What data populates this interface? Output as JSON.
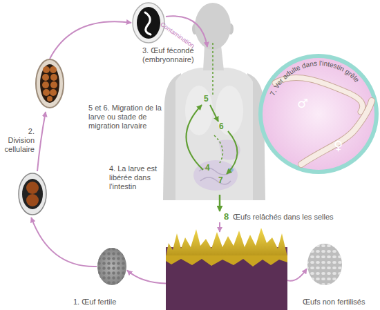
{
  "diagram": {
    "nodes": [
      {
        "text": [
          "3. Œuf fécondé (embryonnaire)"
        ]
      },
      {
        "text": [
          "5",
          "6",
          "4",
          "7"
        ]
      },
      {
        "text": [
          "7. Ver adulte dans l'intestin grêle",
          "♂",
          "♀"
        ]
      },
      {
        "text": [
          "2. Division cellulaire"
        ]
      },
      {
        "text": [
          "8",
          "Œufs relâchés dans les selles"
        ]
      },
      {
        "text": [
          "1. Œuf fertile"
        ]
      },
      {
        "text": [
          "Œufs non fertilisés"
        ]
      }
    ],
    "edges": [
      {
        "from": 5,
        "to": 3,
        "arrow": "to"
      },
      {
        "from": 3,
        "to": 0,
        "arrow": "to"
      },
      {
        "from": 0,
        "to": 1,
        "label": "Contamination",
        "arrow": "to"
      },
      {
        "from": 1,
        "to": 4,
        "arrow": "to"
      },
      {
        "from": 4,
        "to": 5,
        "arrow": "to"
      },
      {
        "from": 4,
        "to": 6,
        "arrow": "to"
      }
    ],
    "labels": [
      "5 et 6. Migration de la larve ou stade de migration larvaire",
      "4. La larve est libérée dans l'intestin"
    ]
  }
}
